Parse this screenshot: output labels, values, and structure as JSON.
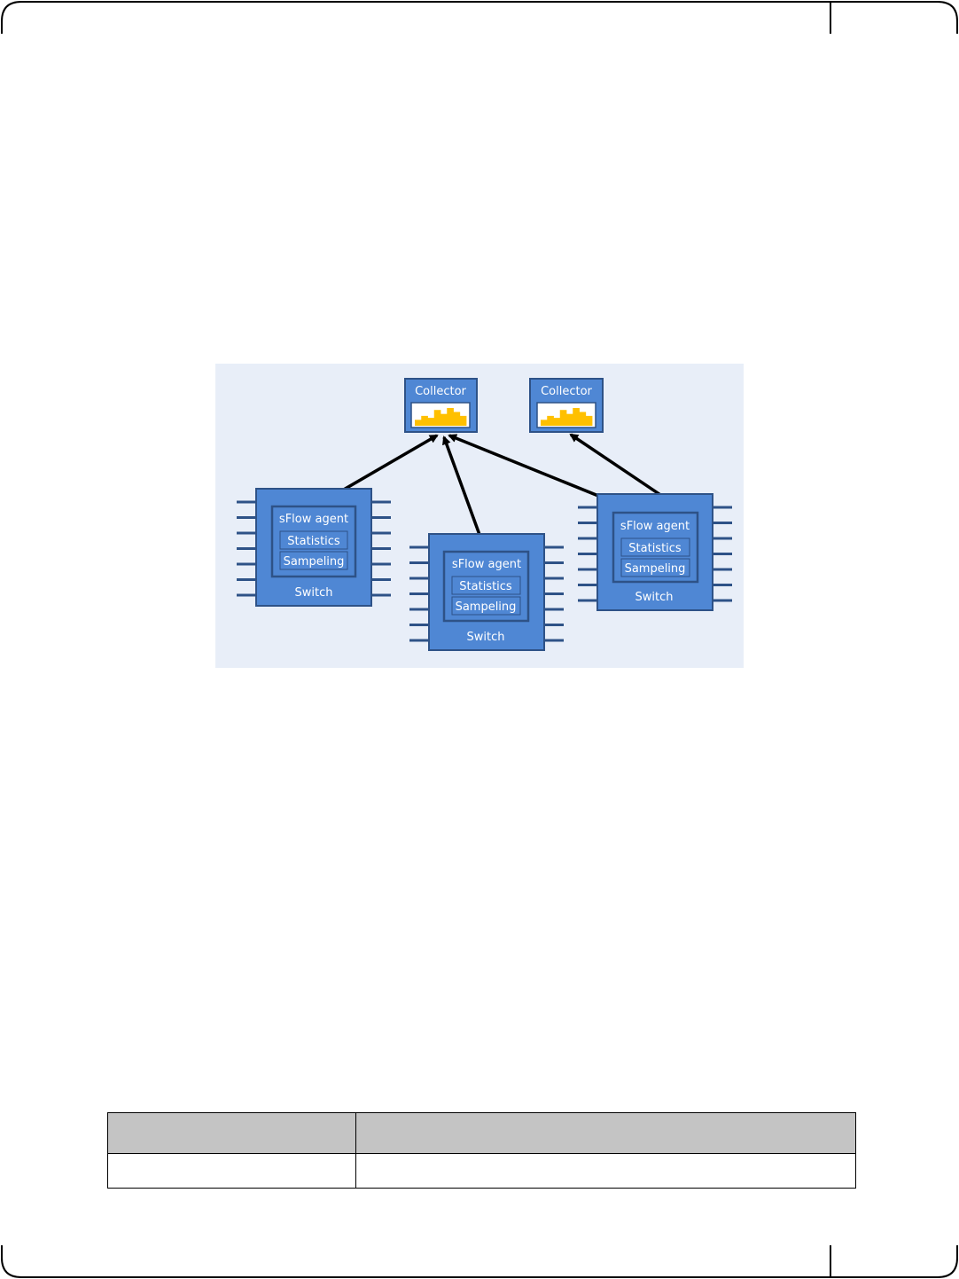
{
  "colors": {
    "panel_bg": "#e8eef8",
    "box_fill": "#4f87d4",
    "box_stroke": "#2e5287",
    "pin": "#2e5287",
    "chart_fill": "#ffc000",
    "arrow": "#000000"
  },
  "diagram": {
    "collectors": [
      {
        "label": "Collector",
        "chart_bars": [
          3,
          5,
          4,
          8,
          6,
          9,
          7,
          5
        ]
      },
      {
        "label": "Collector",
        "chart_bars": [
          3,
          5,
          4,
          8,
          6,
          9,
          7,
          5
        ]
      }
    ],
    "switches": [
      {
        "label": "Switch",
        "agent_label": "sFlow agent",
        "stats_label": "Statistics",
        "sampling_label": "Sampeling"
      },
      {
        "label": "Switch",
        "agent_label": "sFlow agent",
        "stats_label": "Statistics",
        "sampling_label": "Sampeling"
      },
      {
        "label": "Switch",
        "agent_label": "sFlow agent",
        "stats_label": "Statistics",
        "sampling_label": "Sampeling"
      }
    ],
    "connections": [
      {
        "from": "switch-1",
        "to": "collector-1"
      },
      {
        "from": "switch-2",
        "to": "collector-1"
      },
      {
        "from": "switch-3",
        "to": "collector-1"
      },
      {
        "from": "switch-3",
        "to": "collector-2"
      }
    ]
  },
  "table": {
    "headers": [
      "",
      ""
    ],
    "rows": [
      [
        "",
        ""
      ]
    ]
  }
}
